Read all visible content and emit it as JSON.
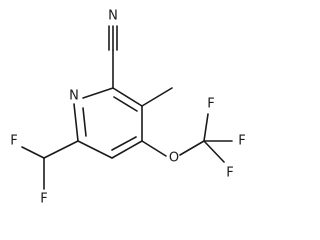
{
  "molecule": {
    "atoms": {
      "ring_n": "N",
      "nitrile_n": "N",
      "ether_o": "O",
      "f_chf2_top": "F",
      "f_chf2_bottom": "F",
      "f_cf3_top": "F",
      "f_cf3_right": "F",
      "f_cf3_bottom": "F"
    }
  },
  "colors": {
    "bond": "#1a1a1a",
    "label": "#1a1a1a",
    "background": "#ffffff"
  }
}
